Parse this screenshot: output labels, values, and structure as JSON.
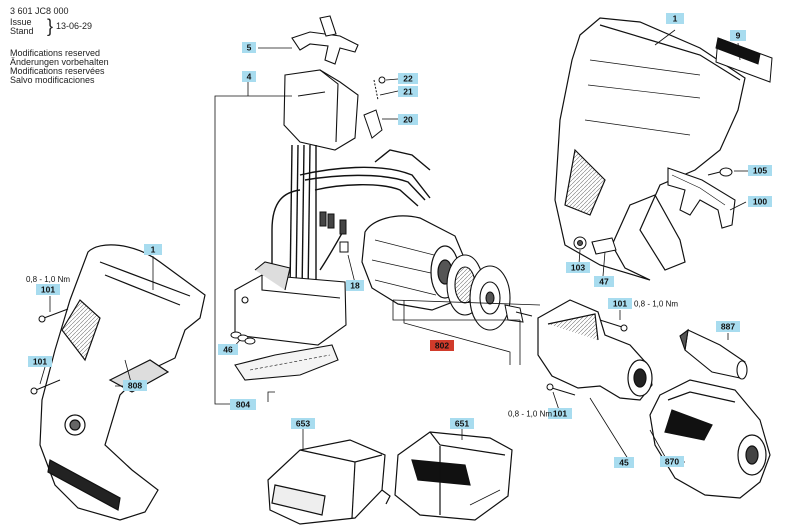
{
  "header": {
    "doc_number": "3 601 JC8 000",
    "issue_de": "Issue",
    "issue_en": "Stand",
    "issue_date": "13-06-29",
    "mod_lines": [
      "Modifications reserved",
      "Änderungen vorbehalten",
      "Modifications reservées",
      "Salvo modificaciones"
    ]
  },
  "colors": {
    "label_bg": "#a8dcef",
    "label_highlight": "#d13b2b",
    "line": "#111111"
  },
  "callouts": {
    "c1_left": "1",
    "c1_right": "1",
    "c4": "4",
    "c5": "5",
    "c9": "9",
    "c18": "18",
    "c20": "20",
    "c21": "21",
    "c22": "22",
    "c45": "45",
    "c46": "46",
    "c47": "47",
    "c100": "100",
    "c101_a": "101",
    "c101_b": "101",
    "c101_c": "101",
    "c101_d": "101",
    "c103": "103",
    "c105": "105",
    "c651": "651",
    "c653": "653",
    "c802": "802",
    "c804": "804",
    "c808": "808",
    "c870": "870",
    "c887": "887"
  },
  "torque": {
    "t_left": "0,8 - 1,0 Nm",
    "t_mid_right": "0,8 - 1,0 Nm",
    "t_mid_left": "0,8 - 1,0 Nm"
  }
}
